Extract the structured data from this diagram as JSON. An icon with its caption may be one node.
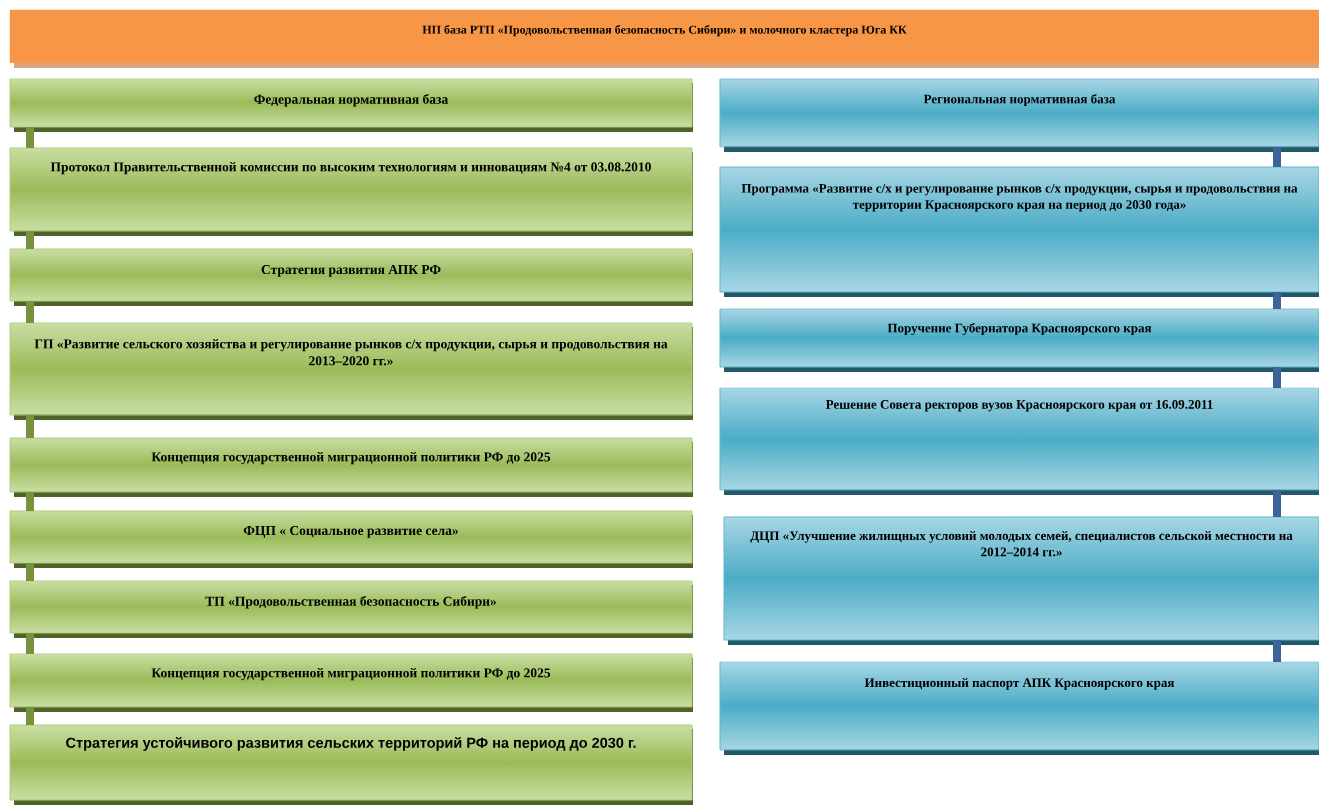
{
  "diagram": {
    "nodes": [
      {
        "text": [
          "НП база РТП «Продовольственная безопасность Сибири» и  молочного кластера Юга КК"
        ]
      },
      {
        "text": [
          "Федеральная нормативная база"
        ]
      },
      {
        "text": [
          "Протокол Правительственной комиссии по высоким технологиям и инновациям №4 от 03.08.2010"
        ]
      },
      {
        "text": [
          "Стратегия развития АПК РФ"
        ]
      },
      {
        "text": [
          "ГП «Развитие сельского хозяйства и регулирование рынков с/х продукции, сырья и продовольствия на 2013–2020 гг.»"
        ]
      },
      {
        "text": [
          "Концепция государственной миграционной политики РФ до 2025"
        ]
      },
      {
        "text": [
          "ФЦП « Социальное развитие села»"
        ]
      },
      {
        "text": [
          "ТП «Продовольственная безопасность Сибири»"
        ]
      },
      {
        "text": [
          "Концепция государственной миграционной политики РФ до 2025"
        ]
      },
      {
        "text": [
          "Стратегия устойчивого развития сельских территорий РФ на период до 2030 г."
        ]
      },
      {
        "text": [
          "Региональная  нормативная база"
        ]
      },
      {
        "text": [
          "Программа «Развитие с/х и регулирование рынков с/х продукции, сырья и продовольствия на территории Красноярского края на период до 2030 года»"
        ]
      },
      {
        "text": [
          "Поручение Губернатора Красноярского края"
        ]
      },
      {
        "text": [
          "Решение Совета ректоров вузов Красноярского края от 16.09.2011"
        ]
      },
      {
        "text": [
          "ДЦП «Улучшение жилищных условий молодых семей, специалистов сельской местности на 2012–2014 гг.»"
        ]
      },
      {
        "text": [
          "Инвестиционный паспорт АПК Красноярского края"
        ]
      }
    ],
    "edges": [
      {
        "from": 1,
        "to": 2,
        "arrow": "none"
      },
      {
        "from": 2,
        "to": 3,
        "arrow": "none"
      },
      {
        "from": 3,
        "to": 4,
        "arrow": "none"
      },
      {
        "from": 4,
        "to": 5,
        "arrow": "none"
      },
      {
        "from": 5,
        "to": 6,
        "arrow": "none"
      },
      {
        "from": 6,
        "to": 7,
        "arrow": "none"
      },
      {
        "from": 7,
        "to": 8,
        "arrow": "none"
      },
      {
        "from": 8,
        "to": 9,
        "arrow": "none"
      },
      {
        "from": 10,
        "to": 11,
        "arrow": "none",
        "color": "#3c6496"
      },
      {
        "from": 11,
        "to": 12,
        "arrow": "none",
        "color": "#3c6496"
      },
      {
        "from": 12,
        "to": 13,
        "arrow": "none",
        "color": "#3c6496"
      },
      {
        "from": 13,
        "to": 14,
        "arrow": "none",
        "color": "#3c6496"
      },
      {
        "from": 14,
        "to": 15,
        "arrow": "none",
        "color": "#3c6496"
      }
    ]
  }
}
